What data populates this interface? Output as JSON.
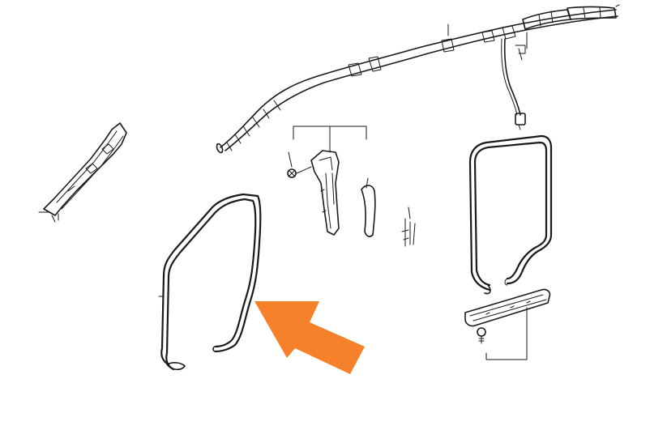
{
  "diagram": {
    "parts": [
      {
        "name": "curtain-airbag"
      },
      {
        "name": "a-pillar-trim"
      },
      {
        "name": "center-pillar-trim-assembly"
      },
      {
        "name": "front-door-opening-weatherstrip"
      },
      {
        "name": "rear-door-opening-weatherstrip"
      },
      {
        "name": "rear-scuff-plate"
      }
    ],
    "highlight": {
      "target": "front-door-opening-weatherstrip",
      "arrow_color": "#F5822A"
    },
    "line_color": "#1a1a1a",
    "background": "#ffffff"
  }
}
